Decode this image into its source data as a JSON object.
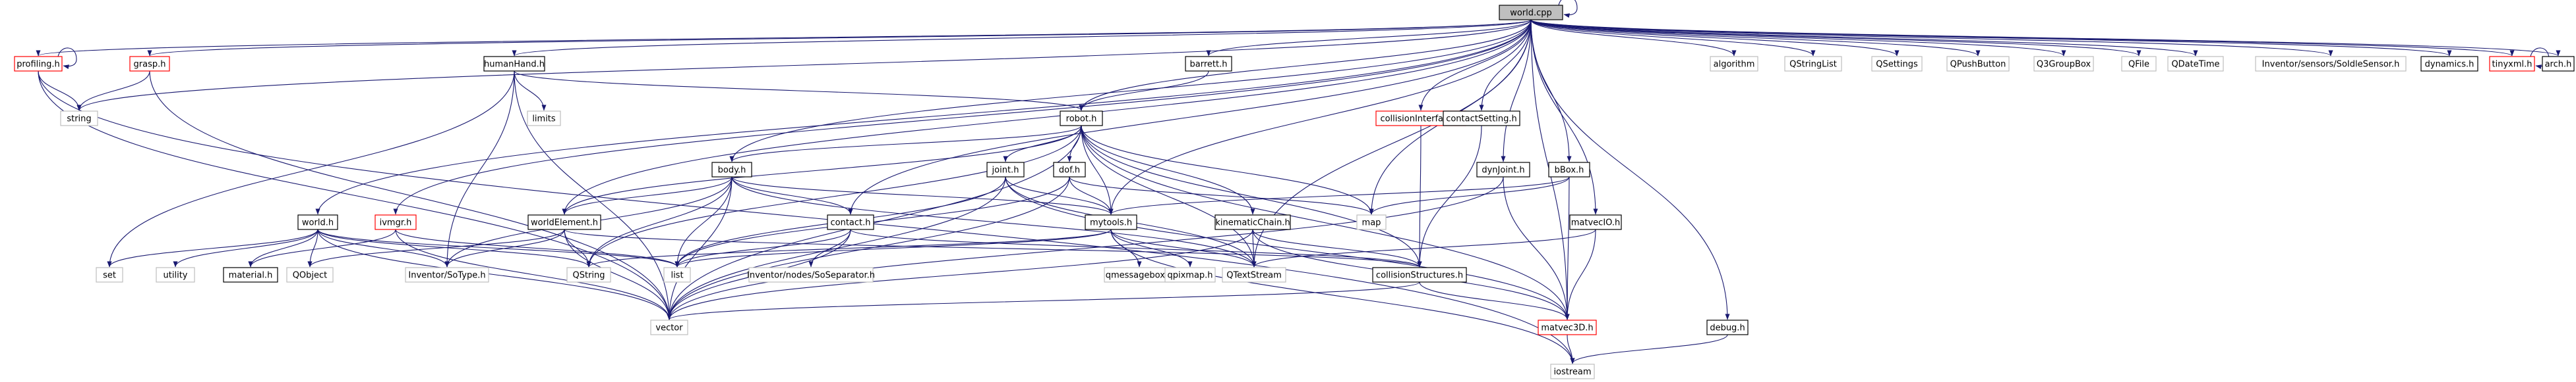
{
  "colors": {
    "edge": "#191970",
    "box_black": "#000000",
    "box_red": "#ff0000",
    "box_gray": "#bfbfbf",
    "root_fill": "#bfbfbf"
  },
  "nodes": [
    {
      "id": "world_cpp",
      "label": "world.cpp",
      "style": "root"
    },
    {
      "id": "profiling_h",
      "label": "profiling.h",
      "style": "red"
    },
    {
      "id": "grasp_h",
      "label": "grasp.h",
      "style": "red"
    },
    {
      "id": "humanHand_h",
      "label": "humanHand.h",
      "style": "black"
    },
    {
      "id": "barrett_h",
      "label": "barrett.h",
      "style": "black"
    },
    {
      "id": "collisionInterface_h",
      "label": "collisionInterface.h",
      "style": "red"
    },
    {
      "id": "contactSetting_h",
      "label": "contactSetting.h",
      "style": "black"
    },
    {
      "id": "algorithm",
      "label": "algorithm",
      "style": "gray"
    },
    {
      "id": "QStringList",
      "label": "QStringList",
      "style": "gray"
    },
    {
      "id": "QSettings",
      "label": "QSettings",
      "style": "gray"
    },
    {
      "id": "QPushButton",
      "label": "QPushButton",
      "style": "gray"
    },
    {
      "id": "Q3GroupBox",
      "label": "Q3GroupBox",
      "style": "gray"
    },
    {
      "id": "QFile",
      "label": "QFile",
      "style": "gray"
    },
    {
      "id": "QDateTime",
      "label": "QDateTime",
      "style": "gray"
    },
    {
      "id": "SoIdleSensor_h",
      "label": "Inventor/sensors/SoIdleSensor.h",
      "style": "gray"
    },
    {
      "id": "dynamics_h",
      "label": "dynamics.h",
      "style": "black"
    },
    {
      "id": "tinyxml_h",
      "label": "tinyxml.h",
      "style": "red"
    },
    {
      "id": "arch_h",
      "label": "arch.h",
      "style": "black"
    },
    {
      "id": "string",
      "label": "string",
      "style": "gray"
    },
    {
      "id": "limits",
      "label": "limits",
      "style": "gray"
    },
    {
      "id": "robot_h",
      "label": "robot.h",
      "style": "black"
    },
    {
      "id": "body_h",
      "label": "body.h",
      "style": "black"
    },
    {
      "id": "joint_h",
      "label": "joint.h",
      "style": "black"
    },
    {
      "id": "dof_h",
      "label": "dof.h",
      "style": "black"
    },
    {
      "id": "dynJoint_h",
      "label": "dynJoint.h",
      "style": "black"
    },
    {
      "id": "bBox_h",
      "label": "bBox.h",
      "style": "black"
    },
    {
      "id": "world_h",
      "label": "world.h",
      "style": "black"
    },
    {
      "id": "ivmgr_h",
      "label": "ivmgr.h",
      "style": "red"
    },
    {
      "id": "worldElement_h",
      "label": "worldElement.h",
      "style": "black"
    },
    {
      "id": "contact_h",
      "label": "contact.h",
      "style": "black"
    },
    {
      "id": "mytools_h",
      "label": "mytools.h",
      "style": "black"
    },
    {
      "id": "kinematicChain_h",
      "label": "kinematicChain.h",
      "style": "black"
    },
    {
      "id": "map",
      "label": "map",
      "style": "gray"
    },
    {
      "id": "matvecIO_h",
      "label": "matvecIO.h",
      "style": "black"
    },
    {
      "id": "set",
      "label": "set",
      "style": "gray"
    },
    {
      "id": "utility",
      "label": "utility",
      "style": "gray"
    },
    {
      "id": "material_h",
      "label": "material.h",
      "style": "black"
    },
    {
      "id": "QObject",
      "label": "QObject",
      "style": "gray"
    },
    {
      "id": "SoType_h",
      "label": "Inventor/SoType.h",
      "style": "gray"
    },
    {
      "id": "QString",
      "label": "QString",
      "style": "gray"
    },
    {
      "id": "list",
      "label": "list",
      "style": "gray"
    },
    {
      "id": "SoSeparator_h",
      "label": "Inventor/nodes/SoSeparator.h",
      "style": "gray"
    },
    {
      "id": "qmessagebox_h",
      "label": "qmessagebox.h",
      "style": "gray"
    },
    {
      "id": "qpixmap_h",
      "label": "qpixmap.h",
      "style": "gray"
    },
    {
      "id": "QTextStream",
      "label": "QTextStream",
      "style": "gray"
    },
    {
      "id": "collisionStructures_h",
      "label": "collisionStructures.h",
      "style": "black"
    },
    {
      "id": "vector",
      "label": "vector",
      "style": "gray"
    },
    {
      "id": "matvec3D_h",
      "label": "matvec3D.h",
      "style": "red"
    },
    {
      "id": "debug_h",
      "label": "debug.h",
      "style": "black"
    },
    {
      "id": "iostream",
      "label": "iostream",
      "style": "gray"
    }
  ],
  "edges": [
    [
      "world_cpp",
      "world_cpp"
    ],
    [
      "world_cpp",
      "profiling_h"
    ],
    [
      "world_cpp",
      "grasp_h"
    ],
    [
      "world_cpp",
      "humanHand_h"
    ],
    [
      "world_cpp",
      "barrett_h"
    ],
    [
      "world_cpp",
      "collisionInterface_h"
    ],
    [
      "world_cpp",
      "contactSetting_h"
    ],
    [
      "world_cpp",
      "algorithm"
    ],
    [
      "world_cpp",
      "QStringList"
    ],
    [
      "world_cpp",
      "QSettings"
    ],
    [
      "world_cpp",
      "QPushButton"
    ],
    [
      "world_cpp",
      "Q3GroupBox"
    ],
    [
      "world_cpp",
      "QFile"
    ],
    [
      "world_cpp",
      "QDateTime"
    ],
    [
      "world_cpp",
      "SoIdleSensor_h"
    ],
    [
      "world_cpp",
      "dynamics_h"
    ],
    [
      "world_cpp",
      "tinyxml_h"
    ],
    [
      "world_cpp",
      "arch_h"
    ],
    [
      "world_cpp",
      "string"
    ],
    [
      "world_cpp",
      "robot_h"
    ],
    [
      "world_cpp",
      "body_h"
    ],
    [
      "world_cpp",
      "world_h"
    ],
    [
      "world_cpp",
      "ivmgr_h"
    ],
    [
      "world_cpp",
      "worldElement_h"
    ],
    [
      "world_cpp",
      "contact_h"
    ],
    [
      "world_cpp",
      "mytools_h"
    ],
    [
      "world_cpp",
      "map"
    ],
    [
      "world_cpp",
      "dynJoint_h"
    ],
    [
      "world_cpp",
      "bBox_h"
    ],
    [
      "world_cpp",
      "matvecIO_h"
    ],
    [
      "world_cpp",
      "debug_h"
    ],
    [
      "world_cpp",
      "QTextStream"
    ],
    [
      "world_cpp",
      "matvec3D_h"
    ],
    [
      "profiling_h",
      "profiling_h"
    ],
    [
      "profiling_h",
      "string"
    ],
    [
      "profiling_h",
      "vector"
    ],
    [
      "profiling_h",
      "iostream"
    ],
    [
      "grasp_h",
      "string"
    ],
    [
      "grasp_h",
      "vector"
    ],
    [
      "humanHand_h",
      "robot_h"
    ],
    [
      "humanHand_h",
      "limits"
    ],
    [
      "humanHand_h",
      "set"
    ],
    [
      "humanHand_h",
      "SoType_h"
    ],
    [
      "humanHand_h",
      "vector"
    ],
    [
      "barrett_h",
      "robot_h"
    ],
    [
      "collisionInterface_h",
      "collisionStructures_h"
    ],
    [
      "contactSetting_h",
      "collisionStructures_h"
    ],
    [
      "tinyxml_h",
      "tinyxml_h"
    ],
    [
      "robot_h",
      "body_h"
    ],
    [
      "robot_h",
      "joint_h"
    ],
    [
      "robot_h",
      "dof_h"
    ],
    [
      "robot_h",
      "kinematicChain_h"
    ],
    [
      "robot_h",
      "map"
    ],
    [
      "robot_h",
      "worldElement_h"
    ],
    [
      "robot_h",
      "mytools_h"
    ],
    [
      "robot_h",
      "QTextStream"
    ],
    [
      "robot_h",
      "collisionStructures_h"
    ],
    [
      "robot_h",
      "vector"
    ],
    [
      "robot_h",
      "QString"
    ],
    [
      "robot_h",
      "matvec3D_h"
    ],
    [
      "body_h",
      "worldElement_h"
    ],
    [
      "body_h",
      "contact_h"
    ],
    [
      "body_h",
      "mytools_h"
    ],
    [
      "body_h",
      "QString"
    ],
    [
      "body_h",
      "list"
    ],
    [
      "body_h",
      "vector"
    ],
    [
      "body_h",
      "SoType_h"
    ],
    [
      "body_h",
      "QTextStream"
    ],
    [
      "joint_h",
      "mytools_h"
    ],
    [
      "joint_h",
      "list"
    ],
    [
      "joint_h",
      "vector"
    ],
    [
      "joint_h",
      "matvec3D_h"
    ],
    [
      "joint_h",
      "QTextStream"
    ],
    [
      "dof_h",
      "mytools_h"
    ],
    [
      "dof_h",
      "map"
    ],
    [
      "dof_h",
      "vector"
    ],
    [
      "dof_h",
      "list"
    ],
    [
      "dynJoint_h",
      "matvec3D_h"
    ],
    [
      "dynJoint_h",
      "vector"
    ],
    [
      "bBox_h",
      "mytools_h"
    ],
    [
      "bBox_h",
      "map"
    ],
    [
      "bBox_h",
      "matvec3D_h"
    ],
    [
      "world_h",
      "set"
    ],
    [
      "world_h",
      "utility"
    ],
    [
      "world_h",
      "material_h"
    ],
    [
      "world_h",
      "QObject"
    ],
    [
      "world_h",
      "SoType_h"
    ],
    [
      "world_h",
      "QString"
    ],
    [
      "world_h",
      "list"
    ],
    [
      "world_h",
      "vector"
    ],
    [
      "ivmgr_h",
      "material_h"
    ],
    [
      "ivmgr_h",
      "list"
    ],
    [
      "ivmgr_h",
      "vector"
    ],
    [
      "worldElement_h",
      "QObject"
    ],
    [
      "worldElement_h",
      "QString"
    ],
    [
      "worldElement_h",
      "SoType_h"
    ],
    [
      "worldElement_h",
      "vector"
    ],
    [
      "worldElement_h",
      "collisionStructures_h"
    ],
    [
      "contact_h",
      "list"
    ],
    [
      "contact_h",
      "SoSeparator_h"
    ],
    [
      "contact_h",
      "vector"
    ],
    [
      "contact_h",
      "collisionStructures_h"
    ],
    [
      "mytools_h",
      "qmessagebox_h"
    ],
    [
      "mytools_h",
      "qpixmap_h"
    ],
    [
      "mytools_h",
      "QTextStream"
    ],
    [
      "mytools_h",
      "QString"
    ],
    [
      "mytools_h",
      "iostream"
    ],
    [
      "mytools_h",
      "list"
    ],
    [
      "kinematicChain_h",
      "QTextStream"
    ],
    [
      "kinematicChain_h",
      "collisionStructures_h"
    ],
    [
      "kinematicChain_h",
      "vector"
    ],
    [
      "kinematicChain_h",
      "matvec3D_h"
    ],
    [
      "matvecIO_h",
      "QTextStream"
    ],
    [
      "matvecIO_h",
      "matvec3D_h"
    ],
    [
      "collisionStructures_h",
      "vector"
    ],
    [
      "collisionStructures_h",
      "matvec3D_h"
    ],
    [
      "matvec3D_h",
      "iostream"
    ],
    [
      "debug_h",
      "iostream"
    ]
  ]
}
